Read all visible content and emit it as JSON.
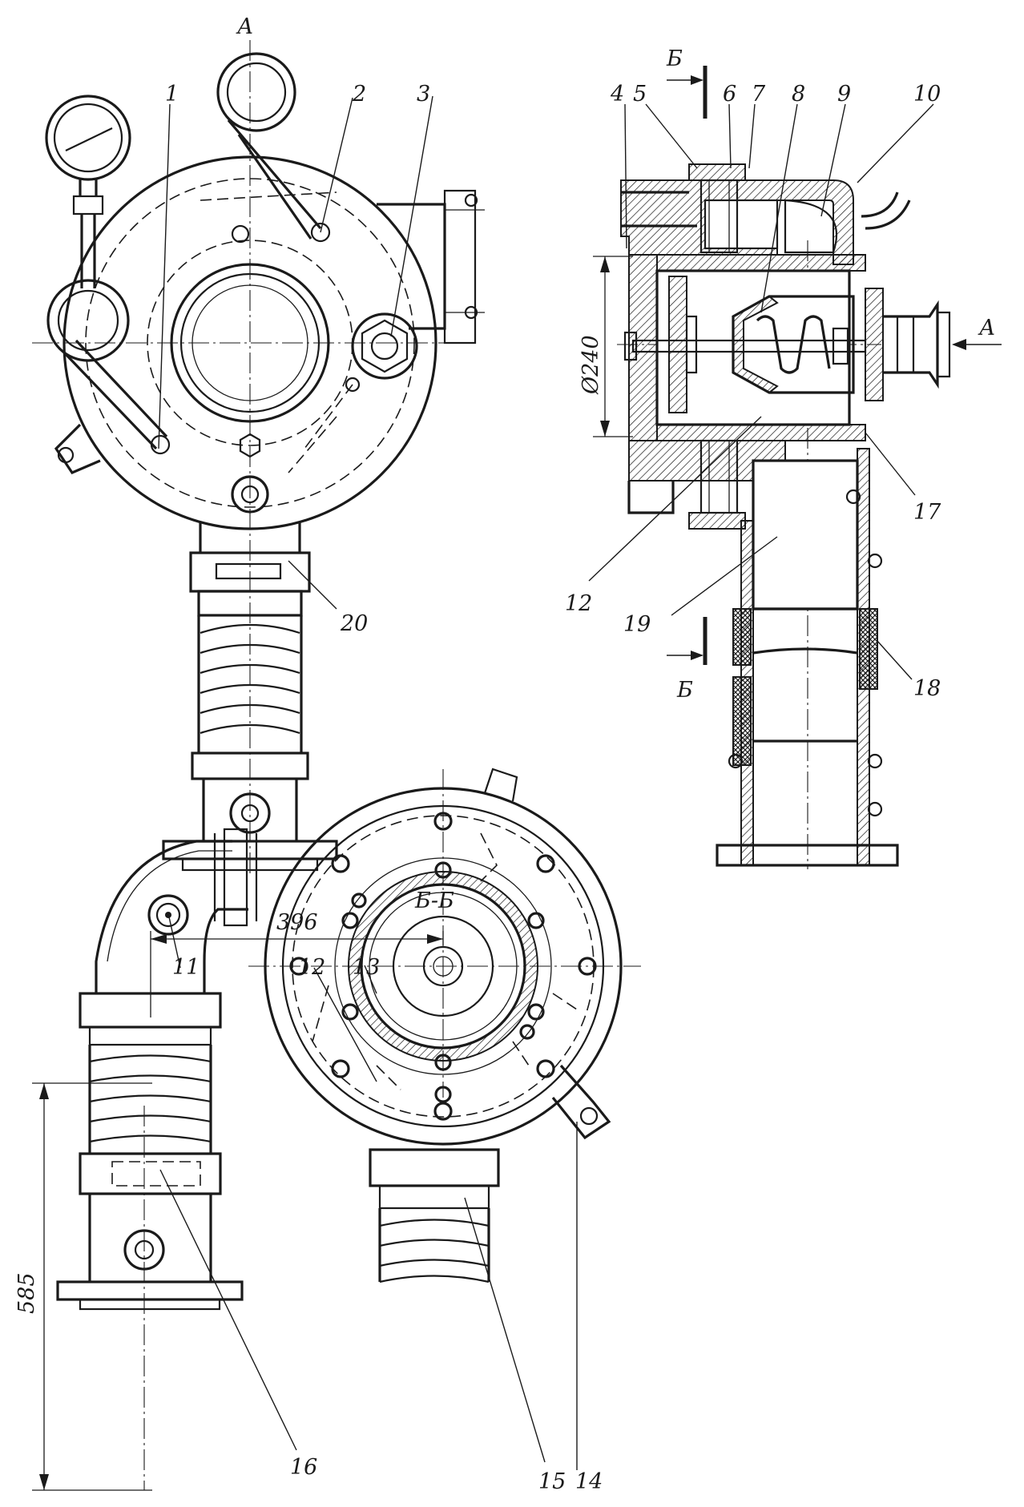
{
  "view_labels": {
    "view_a": "А",
    "section_mark_top": "Б",
    "section_mark_bottom": "Б",
    "arrow_a": "А",
    "section_bb": "Б-Б"
  },
  "callouts": {
    "n1": "1",
    "n2": "2",
    "n3": "3",
    "n4": "4",
    "n5": "5",
    "n6": "6",
    "n7": "7",
    "n8": "8",
    "n9": "9",
    "n10": "10",
    "n11": "11",
    "n12a": "12",
    "n12b": "12",
    "n13": "13",
    "n14": "14",
    "n15": "15",
    "n16": "16",
    "n17": "17",
    "n18": "18",
    "n19": "19",
    "n20": "20"
  },
  "dimensions": {
    "diameter": "Ø240",
    "width": "396",
    "height": "585"
  }
}
